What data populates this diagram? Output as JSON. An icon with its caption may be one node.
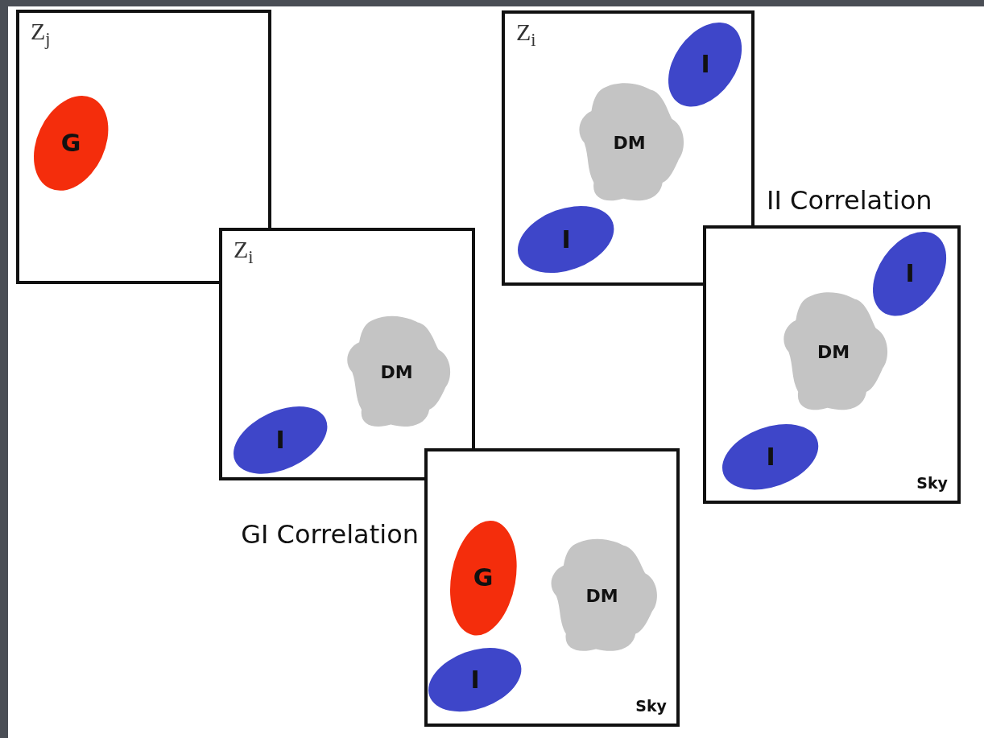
{
  "diagram": {
    "nodes": [
      {
        "text": [
          "Z$_{j}$"
        ]
      },
      {
        "text": [
          "G"
        ],
        "in": 0
      },
      {
        "text": [
          "Z$_{i}$"
        ]
      },
      {
        "text": [
          "DM"
        ],
        "in": 2
      },
      {
        "text": [
          "I"
        ],
        "in": 2
      },
      {
        "text": [
          "Z$_{i}$"
        ]
      },
      {
        "text": [
          "I"
        ],
        "in": 5
      },
      {
        "text": [
          "DM"
        ],
        "in": 5
      },
      {
        "text": [
          "I"
        ],
        "in": 5
      },
      {
        "text": [
          "Sky"
        ]
      },
      {
        "text": [
          "I"
        ],
        "in": 9
      },
      {
        "text": [
          "DM"
        ],
        "in": 9
      },
      {
        "text": [
          "I"
        ],
        "in": 9
      },
      {
        "text": [
          "Sky"
        ]
      },
      {
        "text": [
          "G"
        ],
        "in": 13
      },
      {
        "text": [
          "DM"
        ],
        "in": 13
      },
      {
        "text": [
          "I"
        ],
        "in": 13
      }
    ],
    "labels": [
      "II Correlation",
      "GI Correlation"
    ]
  }
}
